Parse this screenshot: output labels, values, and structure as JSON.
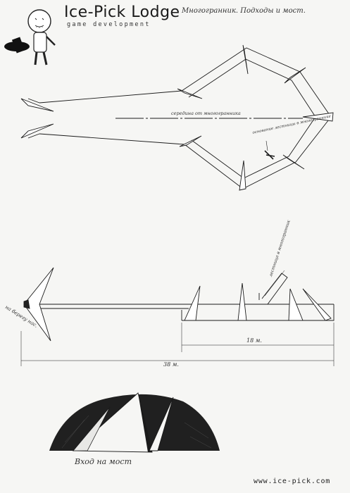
{
  "logo": {
    "title": "Ice-Pick Lodge",
    "subtitle": "game development",
    "mascot_icon": "doll-mascot-icon"
  },
  "sheet_title": "Многогранник. Подходы и мост.",
  "plan": {
    "center_label": "середина от многогранника",
    "balcony_label": "основание лестницы в многограннике"
  },
  "elevation": {
    "shore_label": "на берегу нас.",
    "stair_label": "лестница в многогранник",
    "dim_short": "18 м.",
    "dim_long": "38 м."
  },
  "entry": {
    "label": "Вход на мост"
  },
  "footer": {
    "url": "www.ice-pick.com"
  },
  "colors": {
    "paper": "#f6f6f4",
    "ink": "#1a1a1a"
  }
}
